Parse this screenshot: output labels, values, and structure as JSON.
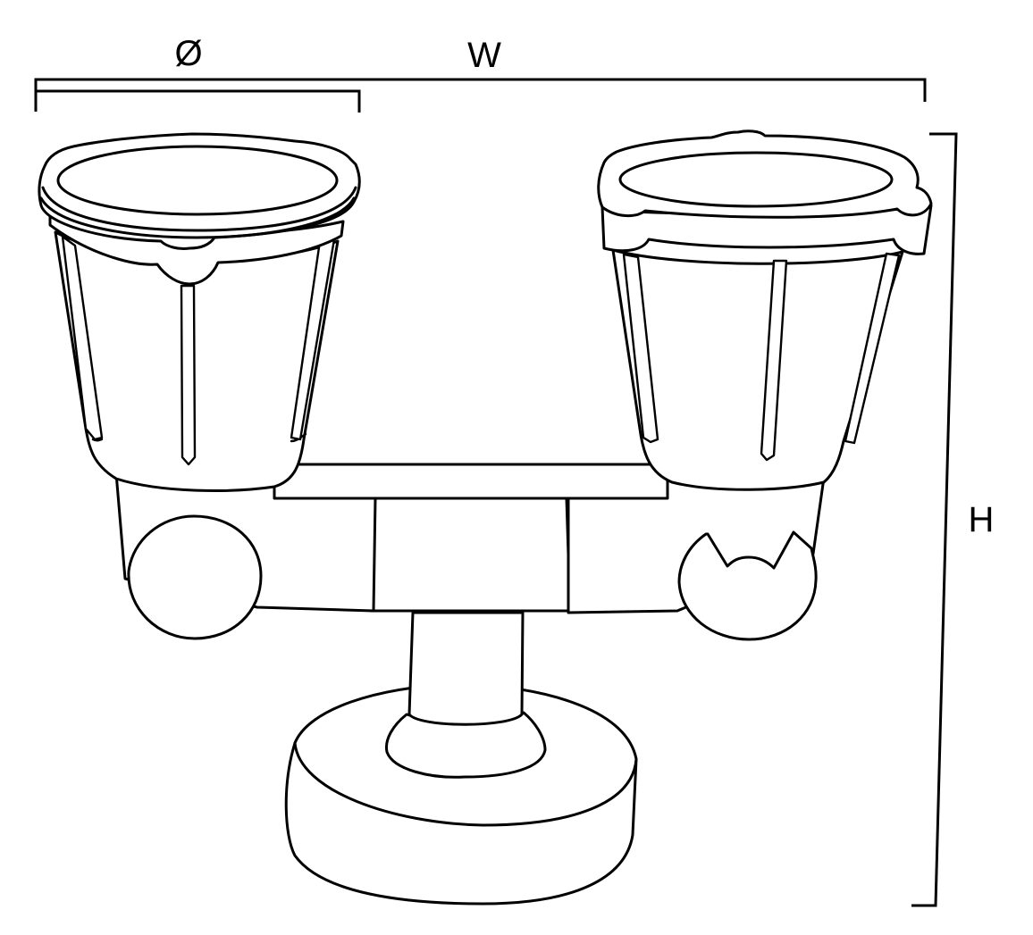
{
  "dimensions": {
    "diameter_label": "Ø",
    "width_label": "W",
    "height_label": "H"
  },
  "colors": {
    "line": "#000000",
    "background": "#ffffff"
  }
}
